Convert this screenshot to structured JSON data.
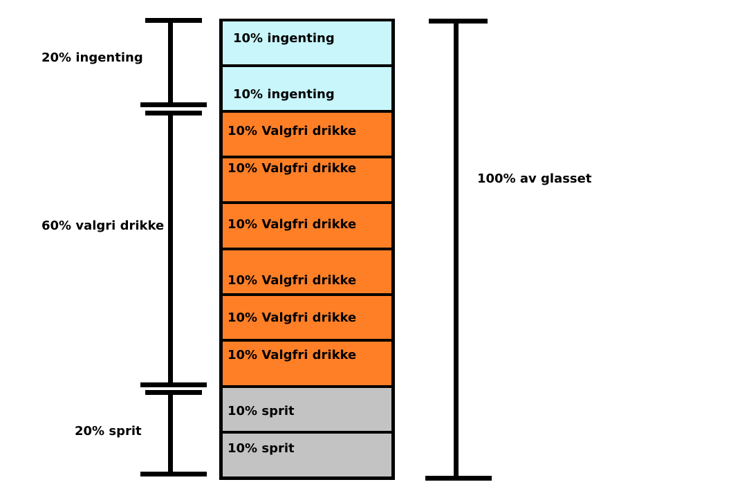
{
  "colors": {
    "ingenting": "#c8f6fb",
    "valgfri": "#ff7f27",
    "sprit": "#c3c3c3",
    "outline": "#000000"
  },
  "segments": [
    {
      "text": "10% ingenting",
      "kind": "ingenting"
    },
    {
      "text": "10% ingenting",
      "kind": "ingenting"
    },
    {
      "text": "10% Valgfri drikke",
      "kind": "valgfri"
    },
    {
      "text": "10% Valgfri drikke",
      "kind": "valgfri"
    },
    {
      "text": "10% Valgfri drikke",
      "kind": "valgfri"
    },
    {
      "text": "10% Valgfri drikke",
      "kind": "valgfri"
    },
    {
      "text": "10% Valgfri drikke",
      "kind": "valgfri"
    },
    {
      "text": "10% Valgfri drikke",
      "kind": "valgfri"
    },
    {
      "text": "10% sprit",
      "kind": "sprit"
    },
    {
      "text": "10% sprit",
      "kind": "sprit"
    }
  ],
  "groups": {
    "ingenting": "20% ingenting",
    "valgfri": "60% valgri drikke",
    "sprit": "20% sprit"
  },
  "total": "100% av glasset"
}
